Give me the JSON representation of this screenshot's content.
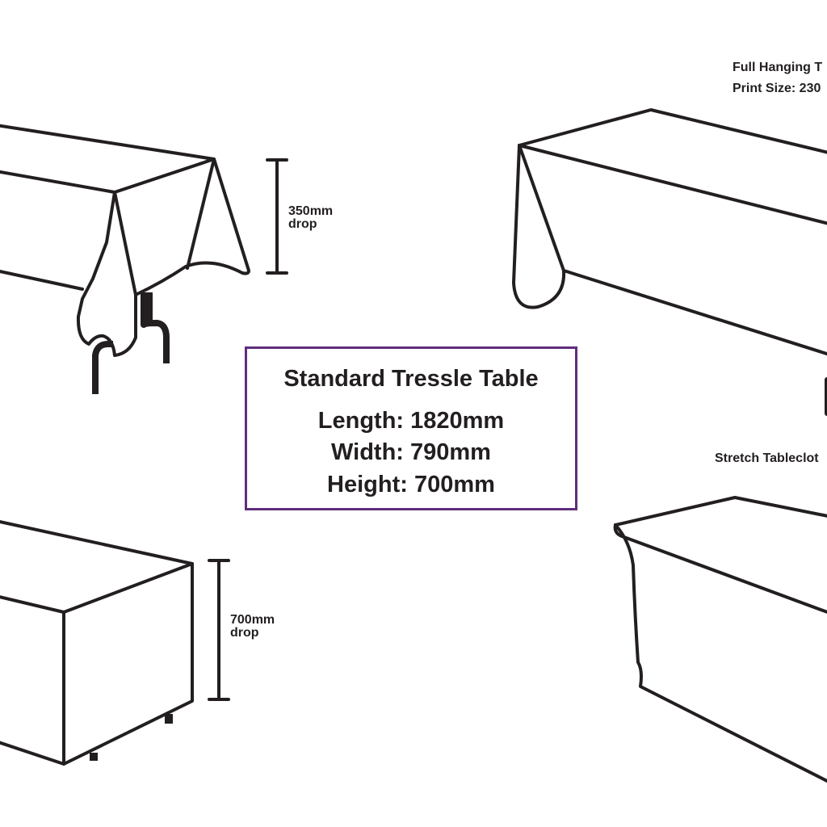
{
  "colors": {
    "stroke": "#231f20",
    "accent": "#5e2e7e",
    "background": "#ffffff"
  },
  "diagrams": {
    "fitted": {
      "drop_value": "350mm",
      "drop_word": "drop"
    },
    "boxed": {
      "drop_value": "700mm",
      "drop_word": "drop"
    },
    "full_hanging": {
      "title": "Full Hanging T",
      "print_size": "Print Size: 230"
    },
    "stretch": {
      "title": "Stretch Tableclot"
    }
  },
  "spec": {
    "title": "Standard Tressle Table",
    "length": "Length: 1820mm",
    "width": "Width: 790mm",
    "height": "Height: 700mm"
  }
}
